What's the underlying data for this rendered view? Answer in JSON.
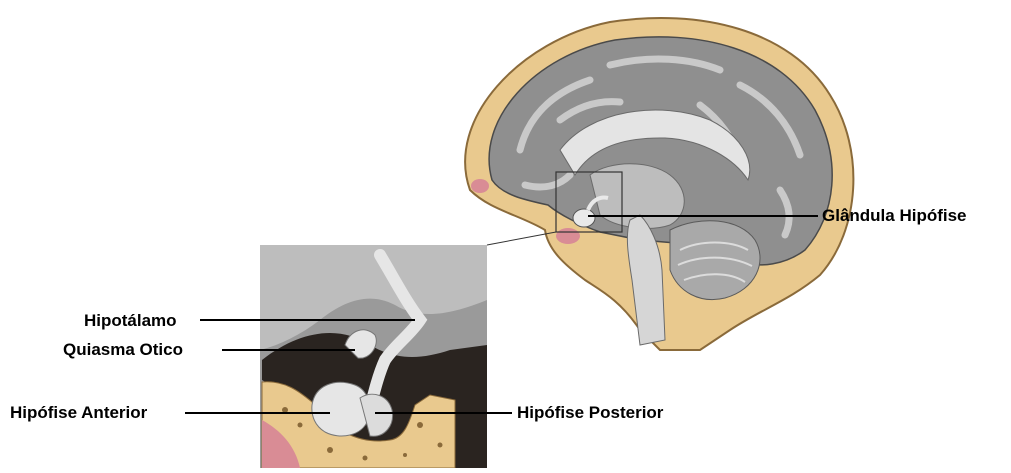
{
  "labels": {
    "pituitary_gland": "Glândula Hipófise",
    "hypothalamus": "Hipotálamo",
    "optic_chiasm": "Quiasma Otico",
    "anterior_pituitary": "Hipófise Anterior",
    "posterior_pituitary": "Hipófise Posterior"
  },
  "colors": {
    "skull": "#e9c98e",
    "skull_edge": "#8a6a3a",
    "brain_gray": "#8f8f8f",
    "brain_light": "#cfcfcf",
    "highlight": "#e9e9e9",
    "tissue_pink": "#d98c95",
    "dark_cavity": "#2a2420"
  }
}
